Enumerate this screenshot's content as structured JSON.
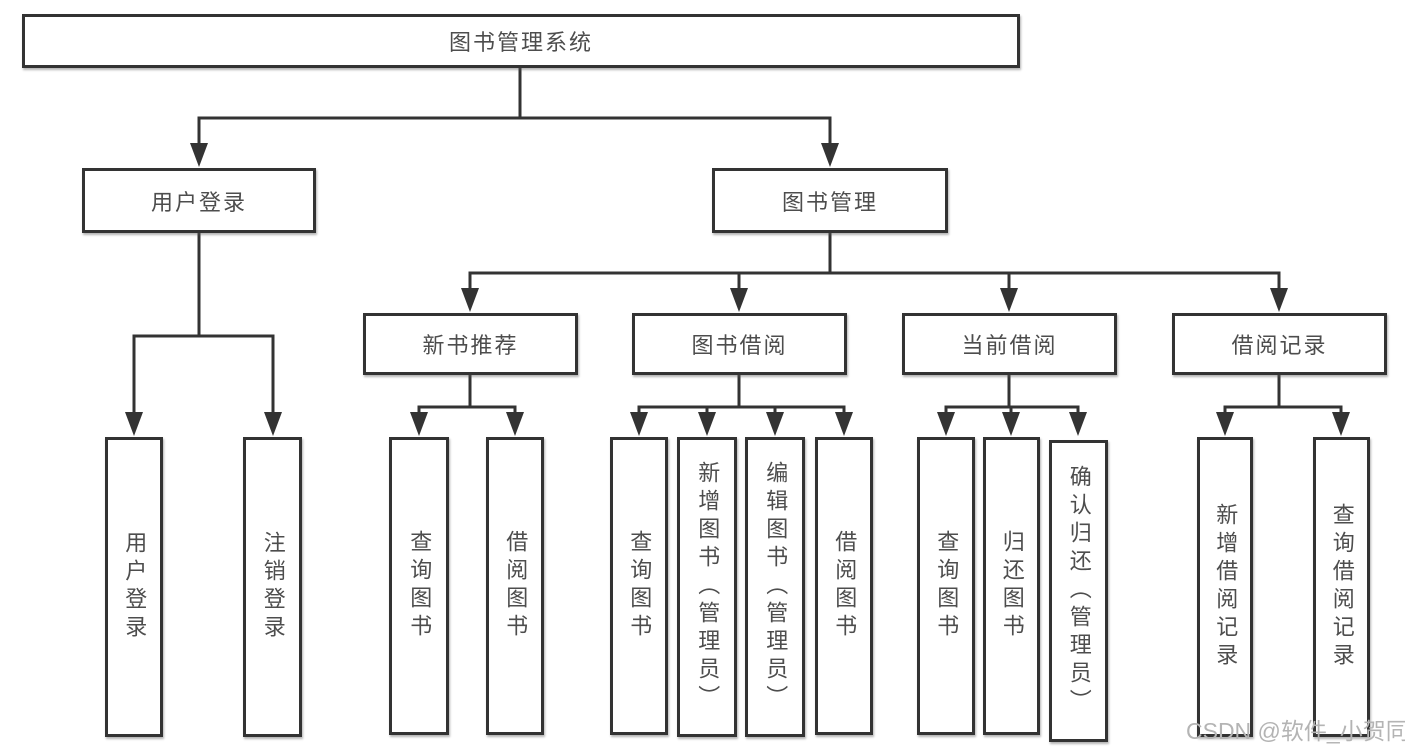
{
  "diagram_title": "图书管理系统",
  "nodes": {
    "root": "图书管理系统",
    "user_login": "用户登录",
    "book_mgmt": "图书管理",
    "new_book_rec": "新书推荐",
    "book_borrow": "图书借阅",
    "current_borrow": "当前借阅",
    "borrow_record": "借阅记录",
    "leaf_user_login": "用户登录",
    "leaf_logout": "注销登录",
    "leaf_query_book_rec": "查询图书",
    "leaf_borrow_book_rec": "借阅图书",
    "leaf_query_book_borrow": "查询图书",
    "leaf_add_book": "新增图书（管理员）",
    "leaf_edit_book": "编辑图书（管理员）",
    "leaf_borrow_book_borrow": "借阅图书",
    "leaf_query_book_current": "查询图书",
    "leaf_return_book": "归还图书",
    "leaf_confirm_return": "确认归还（管理员）",
    "leaf_add_record": "新增借阅记录",
    "leaf_query_record": "查询借阅记录"
  },
  "colors": {
    "line": "#333333",
    "text": "#4d4d4d",
    "watermark": "#b4b4b4",
    "background": "#ffffff"
  },
  "watermark": {
    "text": "CSDN @软件_小贺同学"
  }
}
